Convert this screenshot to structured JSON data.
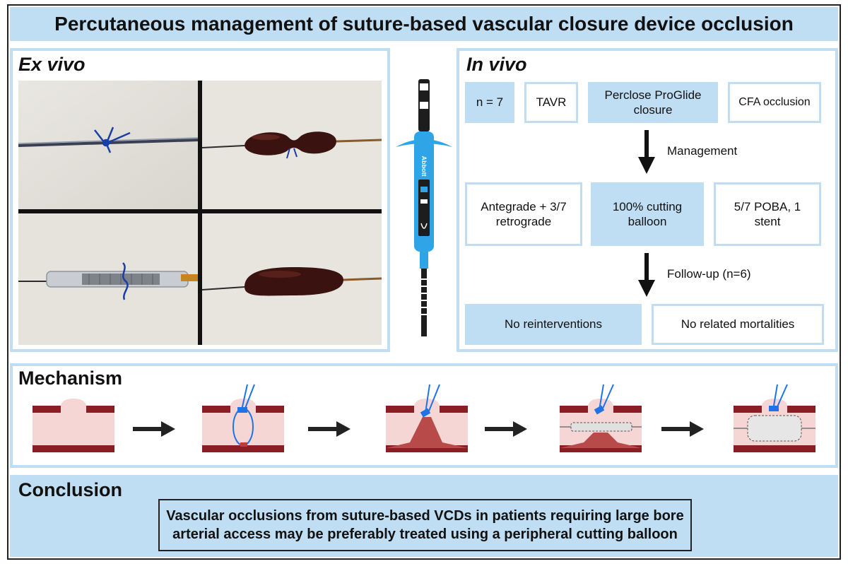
{
  "title": "Percutaneous management of suture-based vascular closure device occlusion",
  "ex_vivo": {
    "title": "Ex vivo"
  },
  "device": {
    "brand": "Abbott"
  },
  "in_vivo": {
    "title": "In vivo",
    "row1": [
      "n = 7",
      "TAVR",
      "Perclose ProGlide closure",
      "CFA occlusion"
    ],
    "arrow1_label": "Management",
    "row2": [
      "Antegrade + 3/7 retrograde",
      "100% cutting balloon",
      "5/7 POBA, 1 stent"
    ],
    "arrow2_label": "Follow-up (n=6)",
    "row3": [
      "No reinterventions",
      "No related mortalities"
    ]
  },
  "mechanism": {
    "title": "Mechanism"
  },
  "conclusion": {
    "title": "Conclusion",
    "line1": "Vascular occlusions from suture-based VCDs in patients requiring large bore",
    "line2": "arterial access may be preferably treated using a peripheral cutting balloon"
  },
  "colors": {
    "accent": "#bfddf3",
    "vessel_wall": "#8b1e24",
    "vessel_lumen": "#f6d6d4",
    "suture": "#1e73e8",
    "device_blue": "#2fa4e7"
  }
}
